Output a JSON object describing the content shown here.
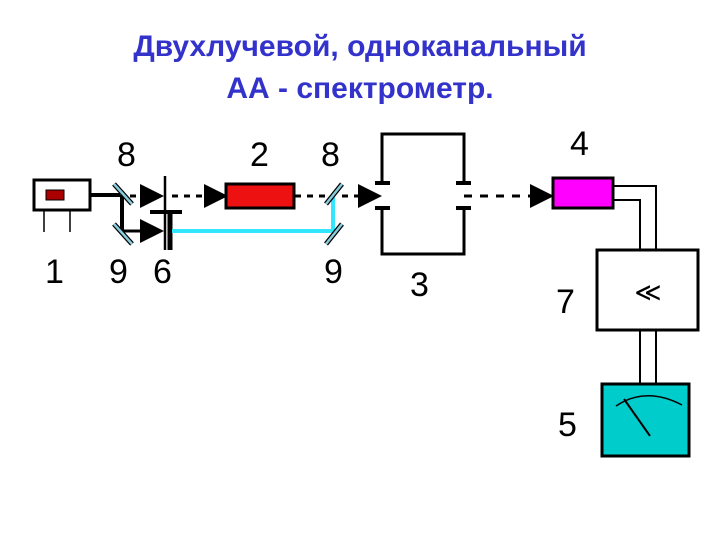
{
  "title": {
    "line1": "Двухлучевой, одноканальный",
    "line2": "АА - спектрометр."
  },
  "labels": {
    "source": "1",
    "chopper": "6",
    "flame": "2",
    "mirror_top_left": "8",
    "mirror_top_right": "8",
    "mirror_bottom_left": "9",
    "mirror_bottom_right": "9",
    "monochromator": "3",
    "detector": "4",
    "amplifier": "7",
    "meter": "5"
  },
  "amplifier_symbol": "≪",
  "colors": {
    "title": "#3333cc",
    "flame": "#ee1111",
    "detector": "#ff00ff",
    "meter": "#00cccc",
    "reference_beam": "#33e5ff",
    "source_window": "#aa0000",
    "mirror": "#88ccdd"
  }
}
